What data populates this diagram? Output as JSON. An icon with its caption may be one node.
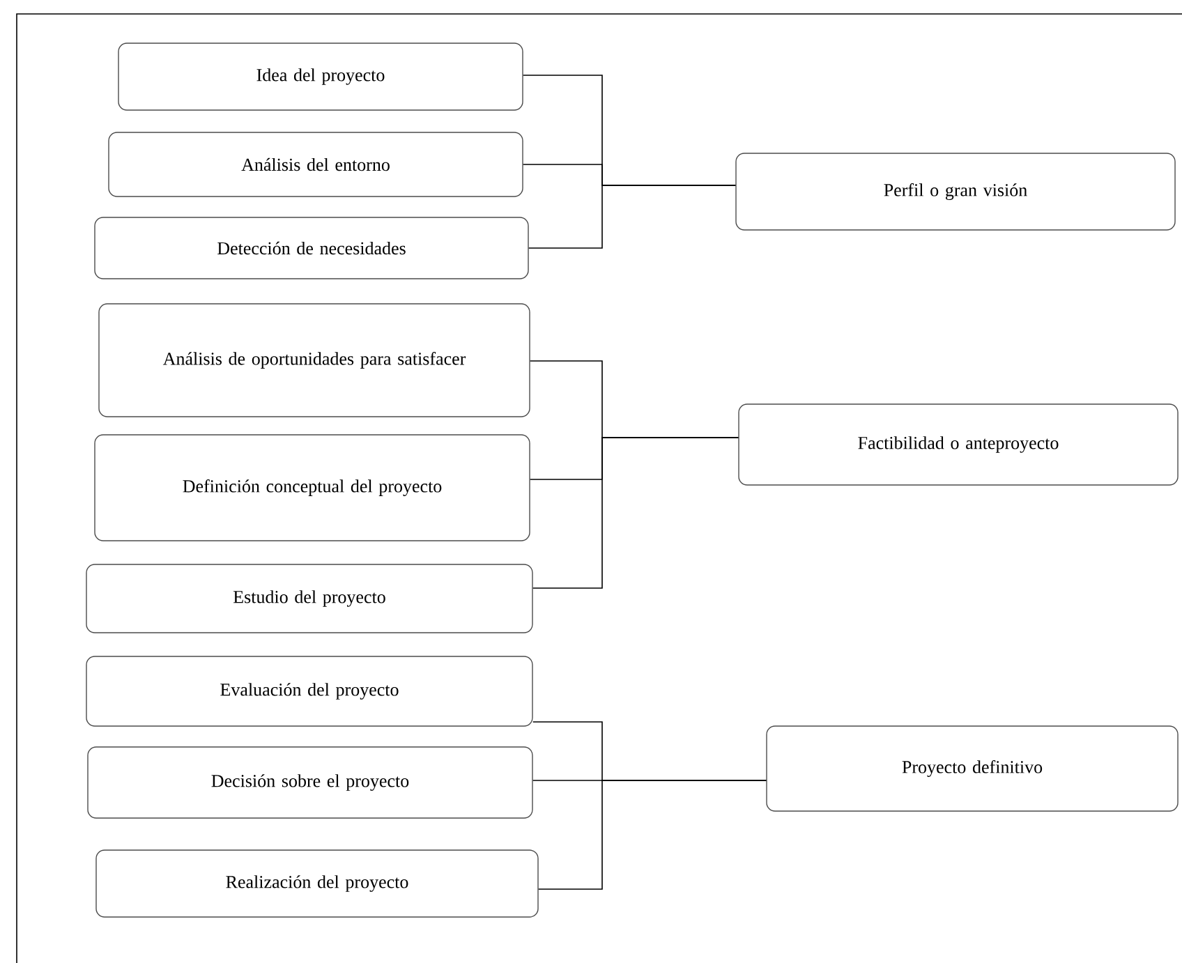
{
  "diagram": {
    "nodes": [
      {
        "text": [
          "Idea del proyecto"
        ]
      },
      {
        "text": [
          "Análisis del entorno"
        ]
      },
      {
        "text": [
          "Detección de necesidades"
        ]
      },
      {
        "text": [
          "Análisis de oportunidades para satisfacer"
        ]
      },
      {
        "text": [
          "Definición conceptual del proyecto"
        ]
      },
      {
        "text": [
          "Estudio del proyecto"
        ]
      },
      {
        "text": [
          "Evaluación del proyecto"
        ]
      },
      {
        "text": [
          "Decisión sobre el proyecto"
        ]
      },
      {
        "text": [
          "Realización del proyecto"
        ]
      },
      {
        "text": [
          "Perfil o gran visión"
        ]
      },
      {
        "text": [
          "Factibilidad o anteproyecto"
        ]
      },
      {
        "text": [
          "Proyecto definitivo"
        ]
      }
    ],
    "edges": [
      {
        "from": 0,
        "to": 9,
        "arrow": "none"
      },
      {
        "from": 1,
        "to": 9,
        "arrow": "none"
      },
      {
        "from": 2,
        "to": 9,
        "arrow": "none"
      },
      {
        "from": 3,
        "to": 10,
        "arrow": "none"
      },
      {
        "from": 4,
        "to": 10,
        "arrow": "none"
      },
      {
        "from": 5,
        "to": 10,
        "arrow": "none"
      },
      {
        "from": 6,
        "to": 11,
        "arrow": "none"
      },
      {
        "from": 7,
        "to": 11,
        "arrow": "none"
      },
      {
        "from": 8,
        "to": 11,
        "arrow": "none"
      }
    ]
  }
}
